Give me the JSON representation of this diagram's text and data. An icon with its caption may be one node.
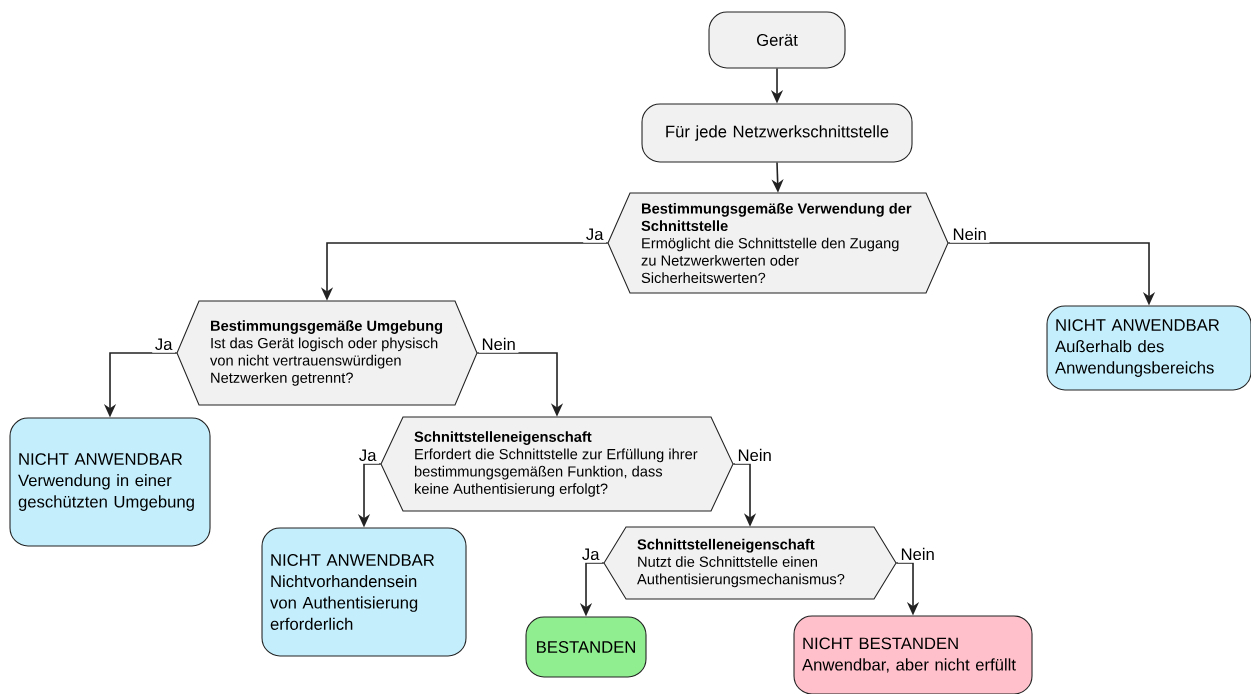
{
  "diagram": {
    "nodes": [
      {
        "text": [
          "Gerät"
        ]
      },
      {
        "text": [
          "Für jede Netzwerkschnittstelle"
        ]
      },
      {
        "text": [
          "Bestimmungsgemäße Verwendung der Schnittstelle",
          "Ermöglicht die Schnittstelle den Zugang zu Netzwerkwerten oder Sicherheitswerten?"
        ]
      },
      {
        "text": [
          "Bestimmungsgemäße Umgebung",
          "Ist das Gerät logisch oder physisch von nicht vertrauenswürdigen Netzwerken getrennt?"
        ]
      },
      {
        "text": [
          "NICHT ANWENDBAR",
          "Außerhalb des Anwendungsbereichs"
        ]
      },
      {
        "text": [
          "NICHT ANWENDBAR",
          "Verwendung in einer geschützten Umgebung"
        ]
      },
      {
        "text": [
          "Schnittstelleneigenschaft",
          "Erfordert die Schnittstelle zur Erfüllung ihrer bestimmungsgemäßen Funktion, dass keine Authentisierung erfolgt?"
        ]
      },
      {
        "text": [
          "NICHT ANWENDBAR",
          "Nichtvorhandensein von Authentisierung erforderlich"
        ]
      },
      {
        "text": [
          "Schnittstelleneigenschaft",
          "Nutzt die Schnittstelle einen Authentisierungsmechanismus?"
        ]
      },
      {
        "text": [
          "BESTANDEN"
        ]
      },
      {
        "text": [
          "NICHT BESTANDEN",
          "Anwendbar, aber nicht erfüllt"
        ]
      }
    ],
    "edges": [
      {
        "from": 0,
        "to": 1,
        "arrow": "to"
      },
      {
        "from": 1,
        "to": 2,
        "arrow": "to"
      },
      {
        "from": 2,
        "to": 3,
        "arrow": "to",
        "label": "Ja"
      },
      {
        "from": 2,
        "to": 4,
        "arrow": "to",
        "label": "Nein"
      },
      {
        "from": 3,
        "to": 5,
        "arrow": "to",
        "label": "Ja"
      },
      {
        "from": 3,
        "to": 6,
        "arrow": "to",
        "label": "Nein"
      },
      {
        "from": 6,
        "to": 7,
        "arrow": "to",
        "label": "Ja"
      },
      {
        "from": 6,
        "to": 8,
        "arrow": "to",
        "label": "Nein"
      },
      {
        "from": 8,
        "to": 9,
        "arrow": "to",
        "label": "Ja"
      },
      {
        "from": 8,
        "to": 10,
        "arrow": "to",
        "label": "Nein"
      }
    ]
  }
}
